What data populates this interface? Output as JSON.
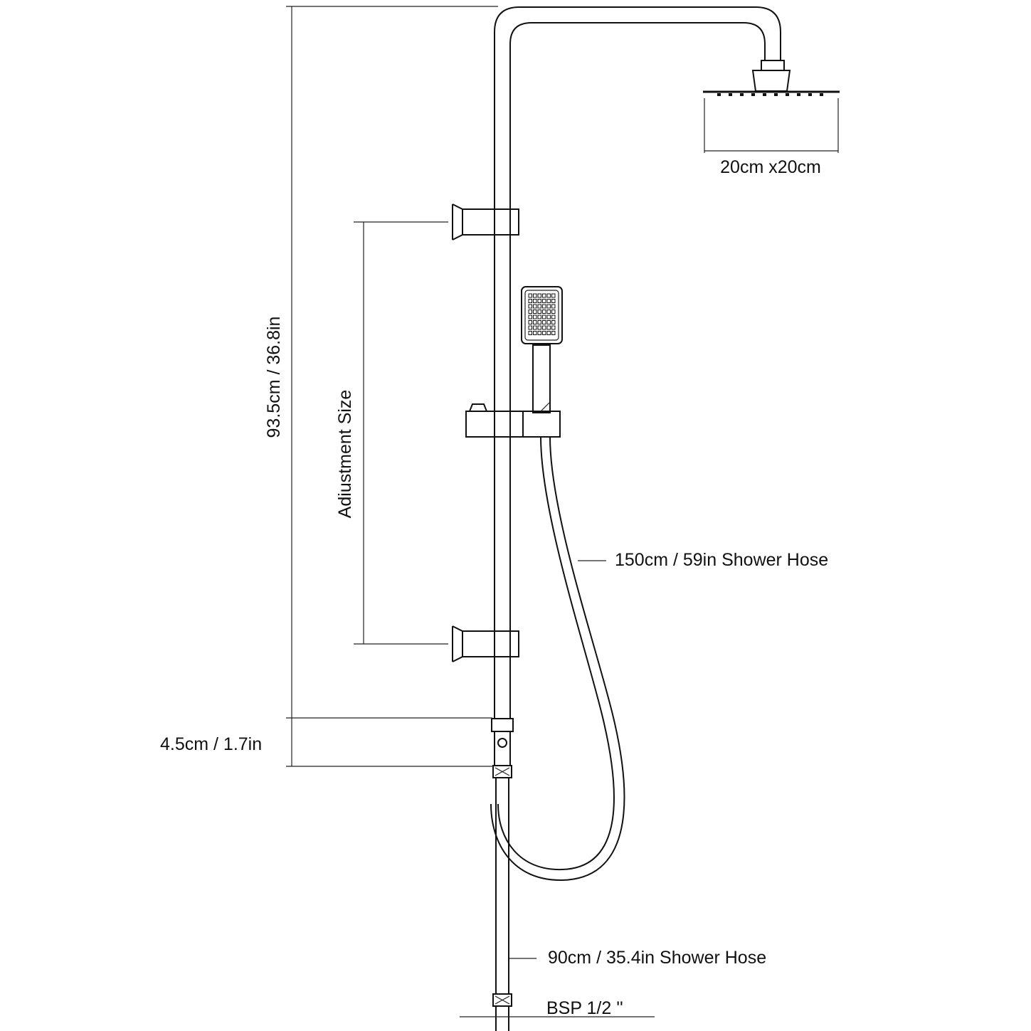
{
  "labels": {
    "head_size": "20cm x20cm",
    "total_height": "93.5cm / 36.8in",
    "adjustment": "Adiustment Size",
    "hand_hose": "150cm / 59in Shower Hose",
    "offset": "4.5cm / 1.7in",
    "lower_hose": "90cm / 35.4in Shower Hose",
    "thread": "BSP 1/2 ''"
  },
  "colors": {
    "ink": "#111111",
    "background": "#ffffff"
  }
}
